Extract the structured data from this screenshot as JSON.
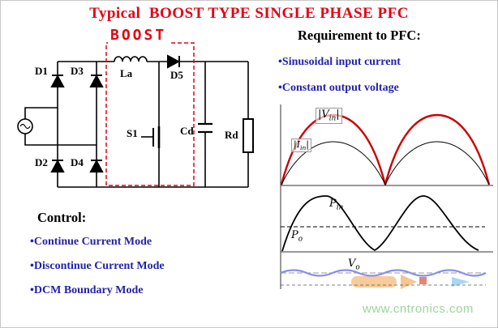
{
  "title": "Typical  BOOST TYPE SINGLE PHASE PFC",
  "circuit": {
    "boost_label": "BOOST",
    "labels": {
      "d1": "D1",
      "d2": "D2",
      "d3": "D3",
      "d4": "D4",
      "d5": "D5",
      "la": "La",
      "s1": "S1",
      "cd": "Cd",
      "rd": "Rd"
    }
  },
  "requirements": {
    "heading": "Requirement to PFC:",
    "items": [
      "•Sinusoidal input current",
      "•Constant output voltage"
    ]
  },
  "control": {
    "heading": "Control:",
    "items": [
      "•Continue Current Mode",
      "•Discontinue Current Mode",
      "•DCM Boundary Mode"
    ]
  },
  "waveforms": {
    "vin": {
      "pre": "|V",
      "sub": "in",
      "post": "|"
    },
    "iin": {
      "pre": "|I",
      "sub": "in",
      "post": "|"
    },
    "pin": {
      "pre": "P",
      "sub": "in",
      "post": ""
    },
    "po": {
      "pre": "P",
      "sub": "o",
      "post": ""
    },
    "vo": {
      "pre": "V",
      "sub": "o",
      "post": ""
    },
    "description": "Top: rectified sinusoid |Vin| (red) with in-phase |Iin| (thin black); middle: pulsating input power Pin around dashed average Po; bottom: output voltage Vo with small ripple (blue)."
  },
  "watermark": "www.cntronics.com",
  "colors": {
    "title_red": "#e60012",
    "boost_red": "#e60012",
    "text_blue": "#2222aa",
    "vin_red": "#cc0000",
    "vo_blue": "#8890e8",
    "watermark_green": "#9cd49c"
  }
}
